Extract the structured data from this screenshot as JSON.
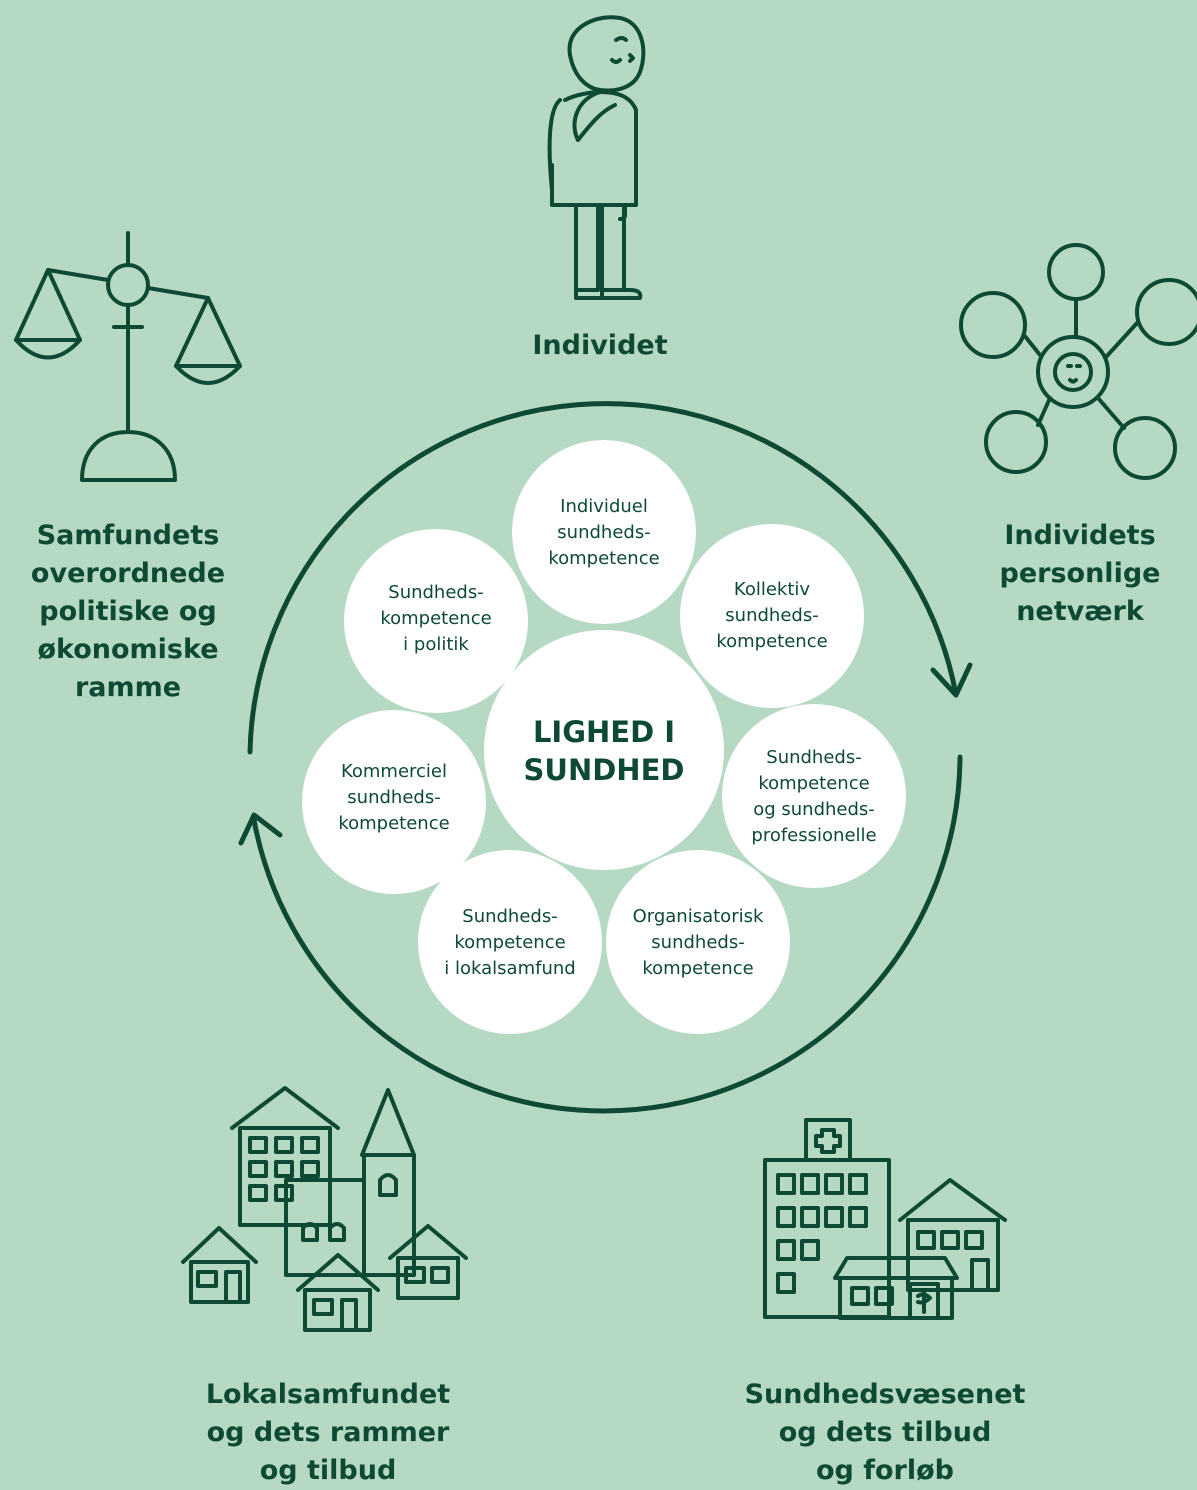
{
  "colors": {
    "background": "#b6d9c3",
    "ink": "#0e4a33",
    "bubble": "#ffffff"
  },
  "center": {
    "label": "LIGHED I\nSUNDHED"
  },
  "bubbles": [
    {
      "id": "individuel",
      "label": "Individuel\nsundheds-\nkompetence"
    },
    {
      "id": "kollektiv",
      "label": "Kollektiv\nsundheds-\nkompetence"
    },
    {
      "id": "professionelle",
      "label": "Sundheds-\nkompetence\nog sundheds-\nprofessionelle"
    },
    {
      "id": "organisatorisk",
      "label": "Organisatorisk\nsundheds-\nkompetence"
    },
    {
      "id": "lokalsamfund",
      "label": "Sundheds-\nkompetence\ni lokalsamfund"
    },
    {
      "id": "kommerciel",
      "label": "Kommerciel\nsundheds-\nkompetence"
    },
    {
      "id": "politik",
      "label": "Sundheds-\nkompetence\ni politik"
    }
  ],
  "contexts": {
    "individ": {
      "label": "Individet",
      "icon": "thinking-person-icon"
    },
    "netvaerk": {
      "label": "Individets\npersonlige\nnetværk",
      "icon": "network-icon"
    },
    "samfund": {
      "label": "Samfundets\noverordnede\npolitiske og\nøkonomiske\nramme",
      "icon": "scales-icon"
    },
    "lokalsamfund": {
      "label": "Lokalsamfundet\nog dets rammer\nog tilbud",
      "icon": "town-icon"
    },
    "sundhedsvaesen": {
      "label": "Sundhedsvæsenet\nog dets tilbud\nog forløb",
      "icon": "hospital-icon"
    }
  }
}
